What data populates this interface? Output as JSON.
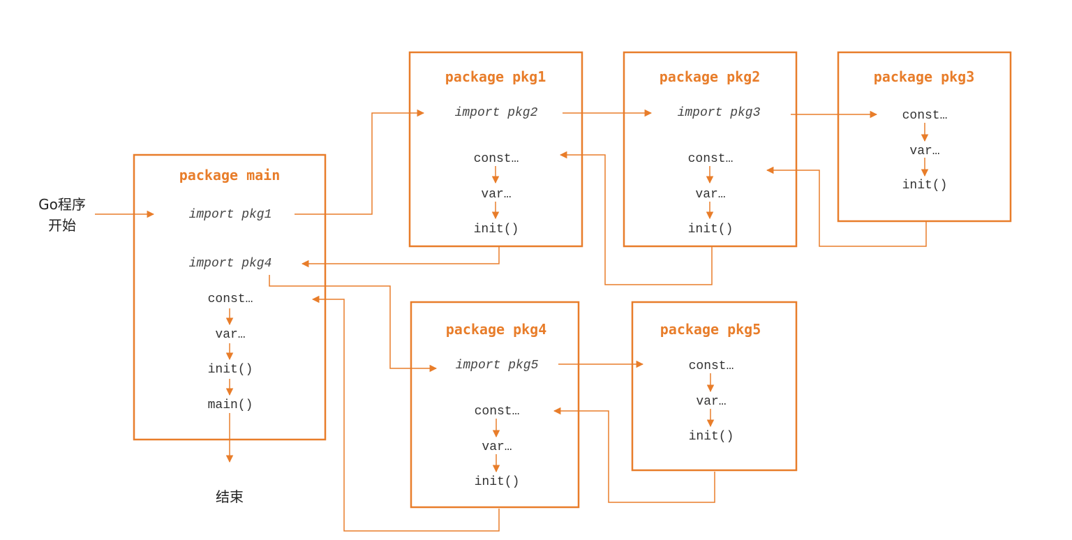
{
  "colors": {
    "accent": "#e87d2a",
    "text": "#333333"
  },
  "start_label": [
    "Go程序",
    "开始"
  ],
  "end_label": "结束",
  "packages": {
    "main": {
      "title": "package main",
      "imports": [
        "import pkg1",
        "import pkg4"
      ],
      "steps": [
        "const…",
        "var…",
        "init()",
        "main()"
      ]
    },
    "pkg1": {
      "title": "package pkg1",
      "imports": [
        "import pkg2"
      ],
      "steps": [
        "const…",
        "var…",
        "init()"
      ]
    },
    "pkg2": {
      "title": "package pkg2",
      "imports": [
        "import pkg3"
      ],
      "steps": [
        "const…",
        "var…",
        "init()"
      ]
    },
    "pkg3": {
      "title": "package pkg3",
      "imports": [],
      "steps": [
        "const…",
        "var…",
        "init()"
      ]
    },
    "pkg4": {
      "title": "package pkg4",
      "imports": [
        "import pkg5"
      ],
      "steps": [
        "const…",
        "var…",
        "init()"
      ]
    },
    "pkg5": {
      "title": "package pkg5",
      "imports": [],
      "steps": [
        "const…",
        "var…",
        "init()"
      ]
    }
  }
}
